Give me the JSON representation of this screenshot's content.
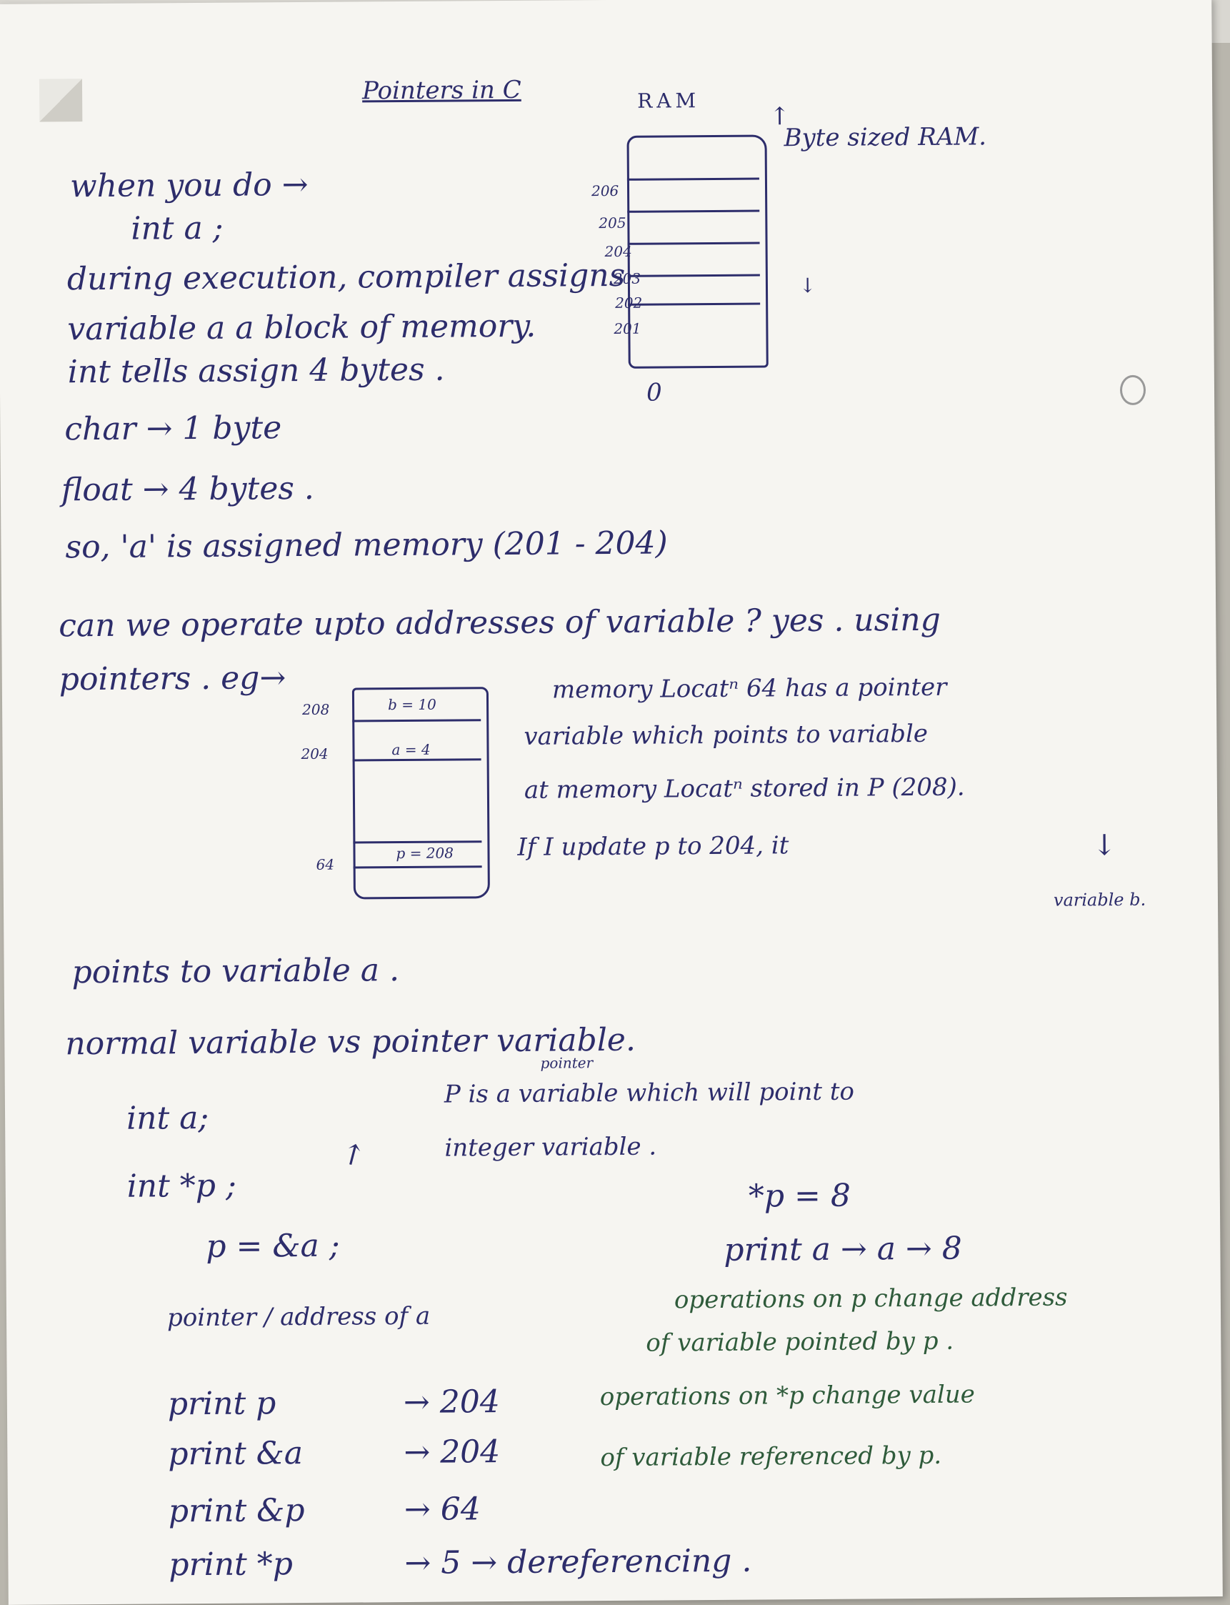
{
  "heading": "Pointers in C",
  "ram_diagram": {
    "title": "RAM",
    "annotation": "Byte sized RAM.",
    "addresses": [
      "206",
      "205",
      "204",
      "203",
      "202",
      "201"
    ],
    "bottom_address": "0"
  },
  "intro": {
    "line1": "when you do →",
    "code": "int a ;",
    "line2": "during execution, compiler assigns",
    "line3": "variable a a block of memory.",
    "line4": "int tells assign 4 bytes .",
    "char_size": "char → 1 byte",
    "float_size": "float → 4 bytes .",
    "conclusion": "so, 'a' is assigned memory (201 - 204)"
  },
  "question": {
    "line1": "can we operate upto addresses of variable ? yes . using",
    "line2": "pointers . eg→"
  },
  "pointer_diagram": {
    "addr_208": "208",
    "addr_204": "204",
    "addr_64": "64",
    "cell_b": "b = 10",
    "cell_a": "a = 4",
    "cell_p": "p = 208"
  },
  "explanation": {
    "line1": "memory Locatⁿ 64 has a pointer",
    "line2": "variable which points to variable",
    "line3": "at memory Locatⁿ stored in P (208).",
    "line4": "If I update p to 204, it",
    "side_note": "variable b.",
    "line5": "points to variable a ."
  },
  "comparison": {
    "title": "normal variable vs pointer variable.",
    "decl1": "int a;",
    "decl2": "int *p ;",
    "desc_insert": "pointer",
    "desc1": "P is a variable which will point to",
    "desc2": "integer variable .",
    "assign": "p = &a ;",
    "assign_note": "pointer / address of a",
    "deref_assign": "*p = 8",
    "deref_result": "print a → a → 8"
  },
  "prints": [
    {
      "expr": "print p",
      "result": "→ 204"
    },
    {
      "expr": "print &a",
      "result": "→ 204"
    },
    {
      "expr": "print &p",
      "result": "→ 64"
    },
    {
      "expr": "print *p",
      "result": "→ 5 → dereferencing ."
    }
  ],
  "notes_green": {
    "n1": "operations on p change address",
    "n2": "of variable pointed by p .",
    "n3": "operations on *p change value",
    "n4": "of variable referenced by p."
  }
}
